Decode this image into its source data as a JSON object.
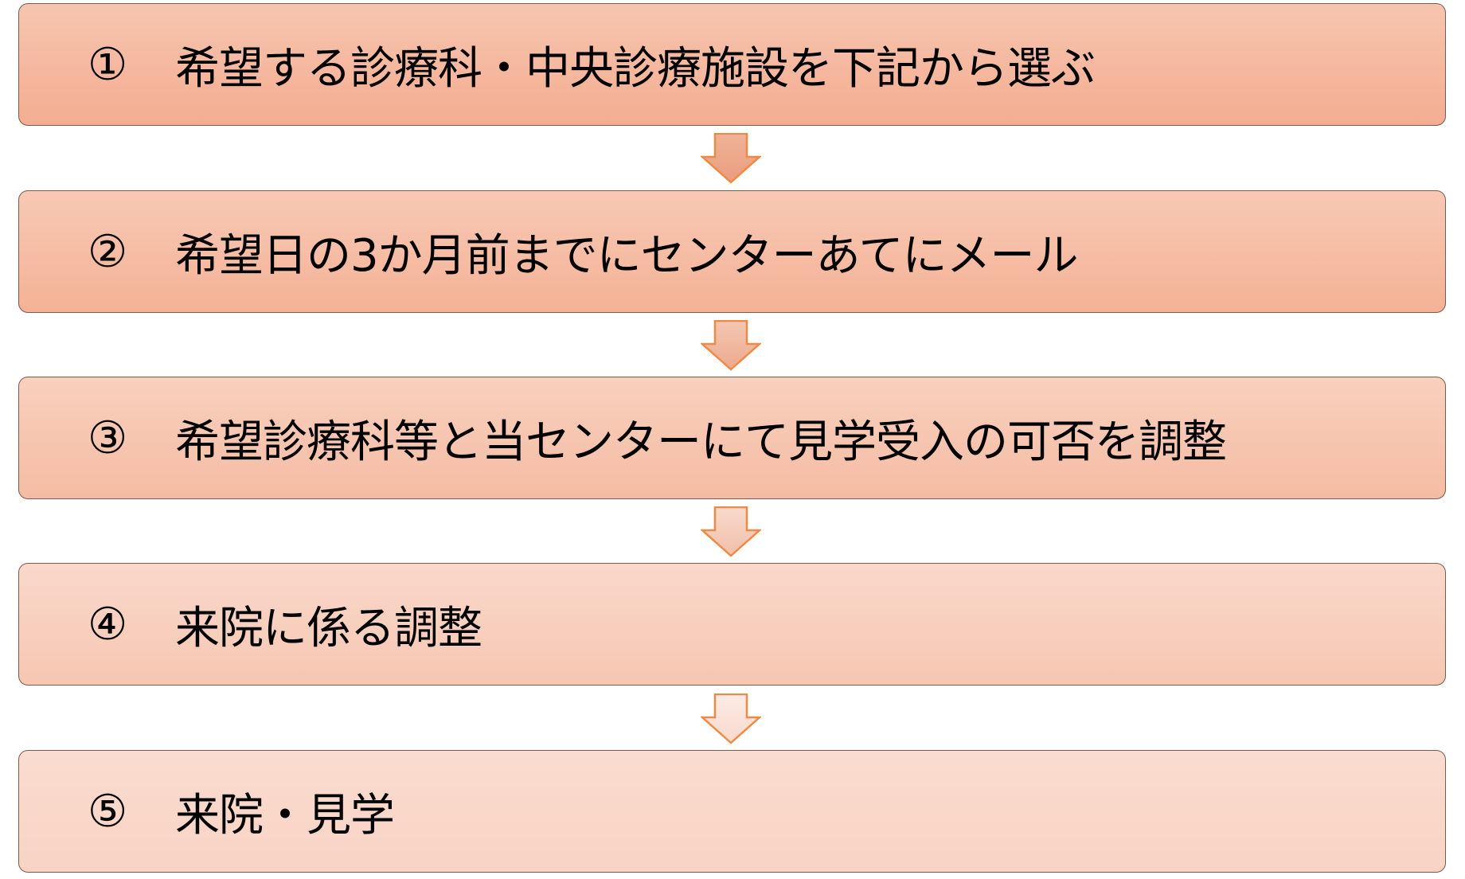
{
  "steps": [
    {
      "num": "①",
      "text": "希望する診療科・中央診療施設を下記から選ぶ"
    },
    {
      "num": "②",
      "text": "希望日の3か月前までにセンターあてにメール"
    },
    {
      "num": "③",
      "text": "希望診療科等と当センターにて見学受入の可否を調整"
    },
    {
      "num": "④",
      "text": "来院に係る調整"
    },
    {
      "num": "⑤",
      "text": "来院・見学"
    }
  ],
  "colors": {
    "arrow_stroke": "#ee8a45",
    "border": "#7a5a4c"
  }
}
